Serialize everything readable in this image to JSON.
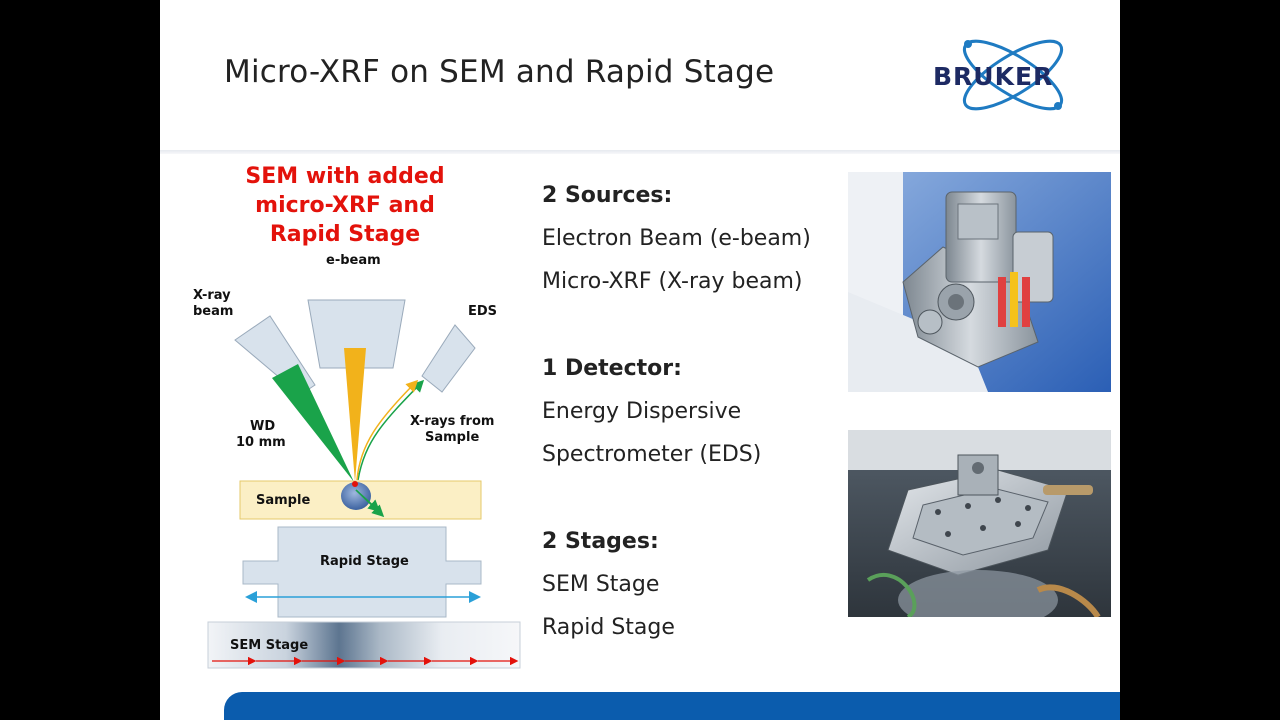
{
  "slide": {
    "title": "Micro-XRF on SEM and Rapid Stage",
    "logo_text": "BRUKER"
  },
  "diagram": {
    "heading_lines": [
      "SEM with added",
      "micro-XRF and",
      "Rapid Stage"
    ],
    "labels": {
      "ebeam": "e-beam",
      "xray_beam_1": "X-ray",
      "xray_beam_2": "beam",
      "eds": "EDS",
      "wd_1": "WD",
      "wd_2": "10 mm",
      "xrays_1": "X-rays from",
      "xrays_2": "Sample",
      "sample": "Sample",
      "rapid_stage": "Rapid Stage",
      "sem_stage": "SEM Stage"
    },
    "colors": {
      "heading": "#e3120b",
      "xray_beam": "#1aa34a",
      "electron_beam": "#f2b21b",
      "sample_fill": "#fbefc5",
      "stage_fill": "#d8e2ec",
      "arrow_blue": "#2aa0d8",
      "arrow_red": "#e3120b"
    }
  },
  "content": {
    "sources": {
      "heading": "2 Sources:",
      "items": [
        "Electron Beam (e-beam)",
        "Micro-XRF (X-ray beam)"
      ]
    },
    "detector": {
      "heading": "1 Detector:",
      "items": [
        "Energy Dispersive",
        "Spectrometer (EDS)"
      ]
    },
    "stages": {
      "heading": "2 Stages:",
      "items": [
        "SEM Stage",
        "Rapid Stage"
      ]
    }
  },
  "photos": {
    "top": "micro-XRF source unit mounted on SEM",
    "bottom": "rapid stage hardware"
  },
  "colors": {
    "brand_blue": "#0b5cad",
    "logo_text": "#1d2a63",
    "logo_orbit": "#1f7bc2"
  }
}
